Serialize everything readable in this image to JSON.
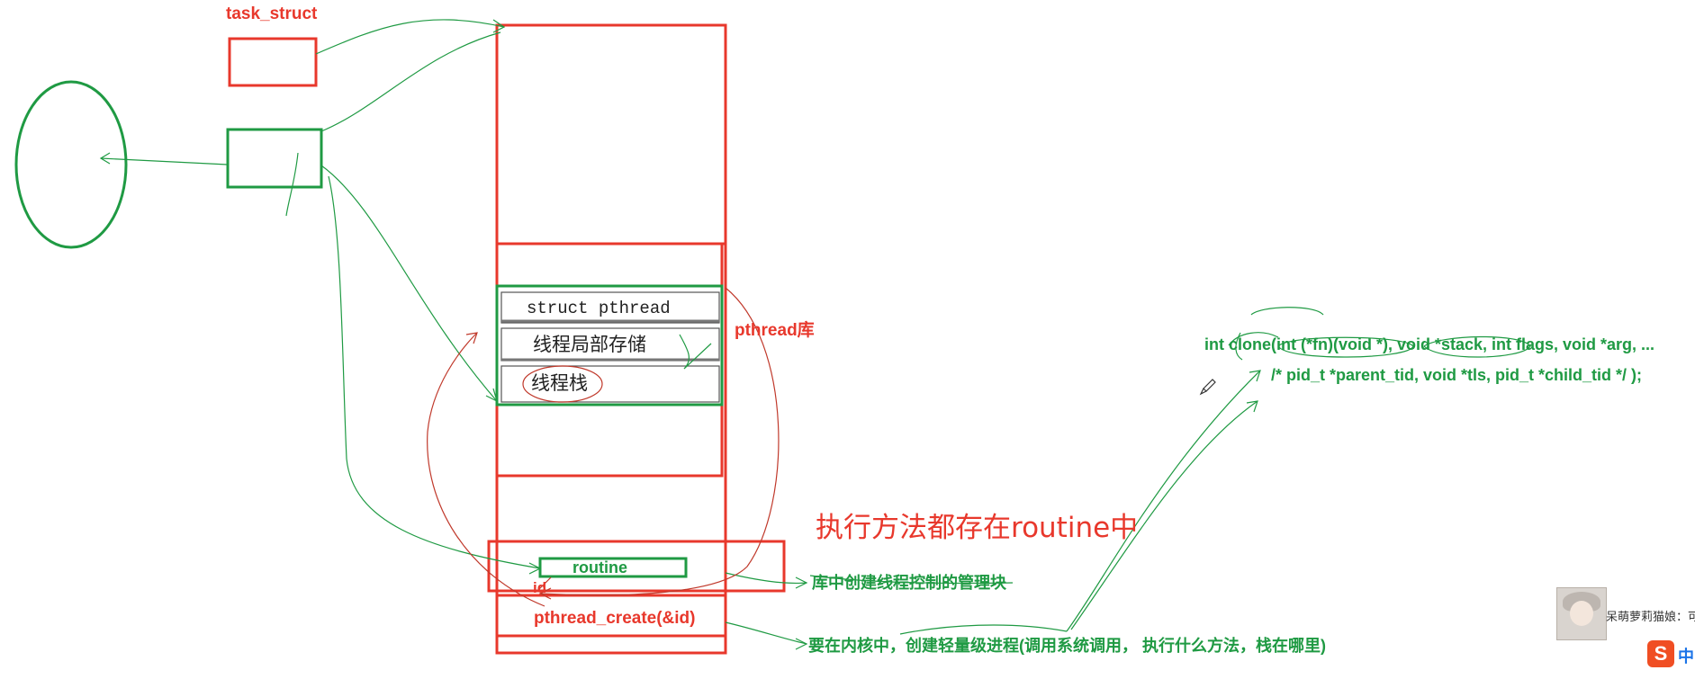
{
  "labels": {
    "task_struct": "task_struct",
    "struct_pthread": "struct pthread",
    "thread_local_storage": "线程局部存储",
    "thread_stack": "线程栈",
    "pthread_lib": "pthread库",
    "routine": "routine",
    "id": "id",
    "pthread_create": "pthread_create(&id)",
    "routine_note": "执行方法都存在routine中",
    "lib_note": "库中创建线程控制的管理块",
    "kernel_note": "要在内核中，创建轻量级进程(调用系统调用，  执行什么方法，栈在哪里)",
    "clone_sig_1": "int clone(int (*fn)(void *), void *stack, int flags, void *arg, ...",
    "clone_sig_2": "/* pid_t *parent_tid, void *tls, pid_t *child_tid */ );"
  },
  "overlay": {
    "chat_user": "呆萌萝莉猫娘：可",
    "ime_logo": "S",
    "ime_label": "中"
  },
  "colors": {
    "red": "#e8382c",
    "green": "#1f9a43",
    "dark_red": "#c0392b"
  }
}
